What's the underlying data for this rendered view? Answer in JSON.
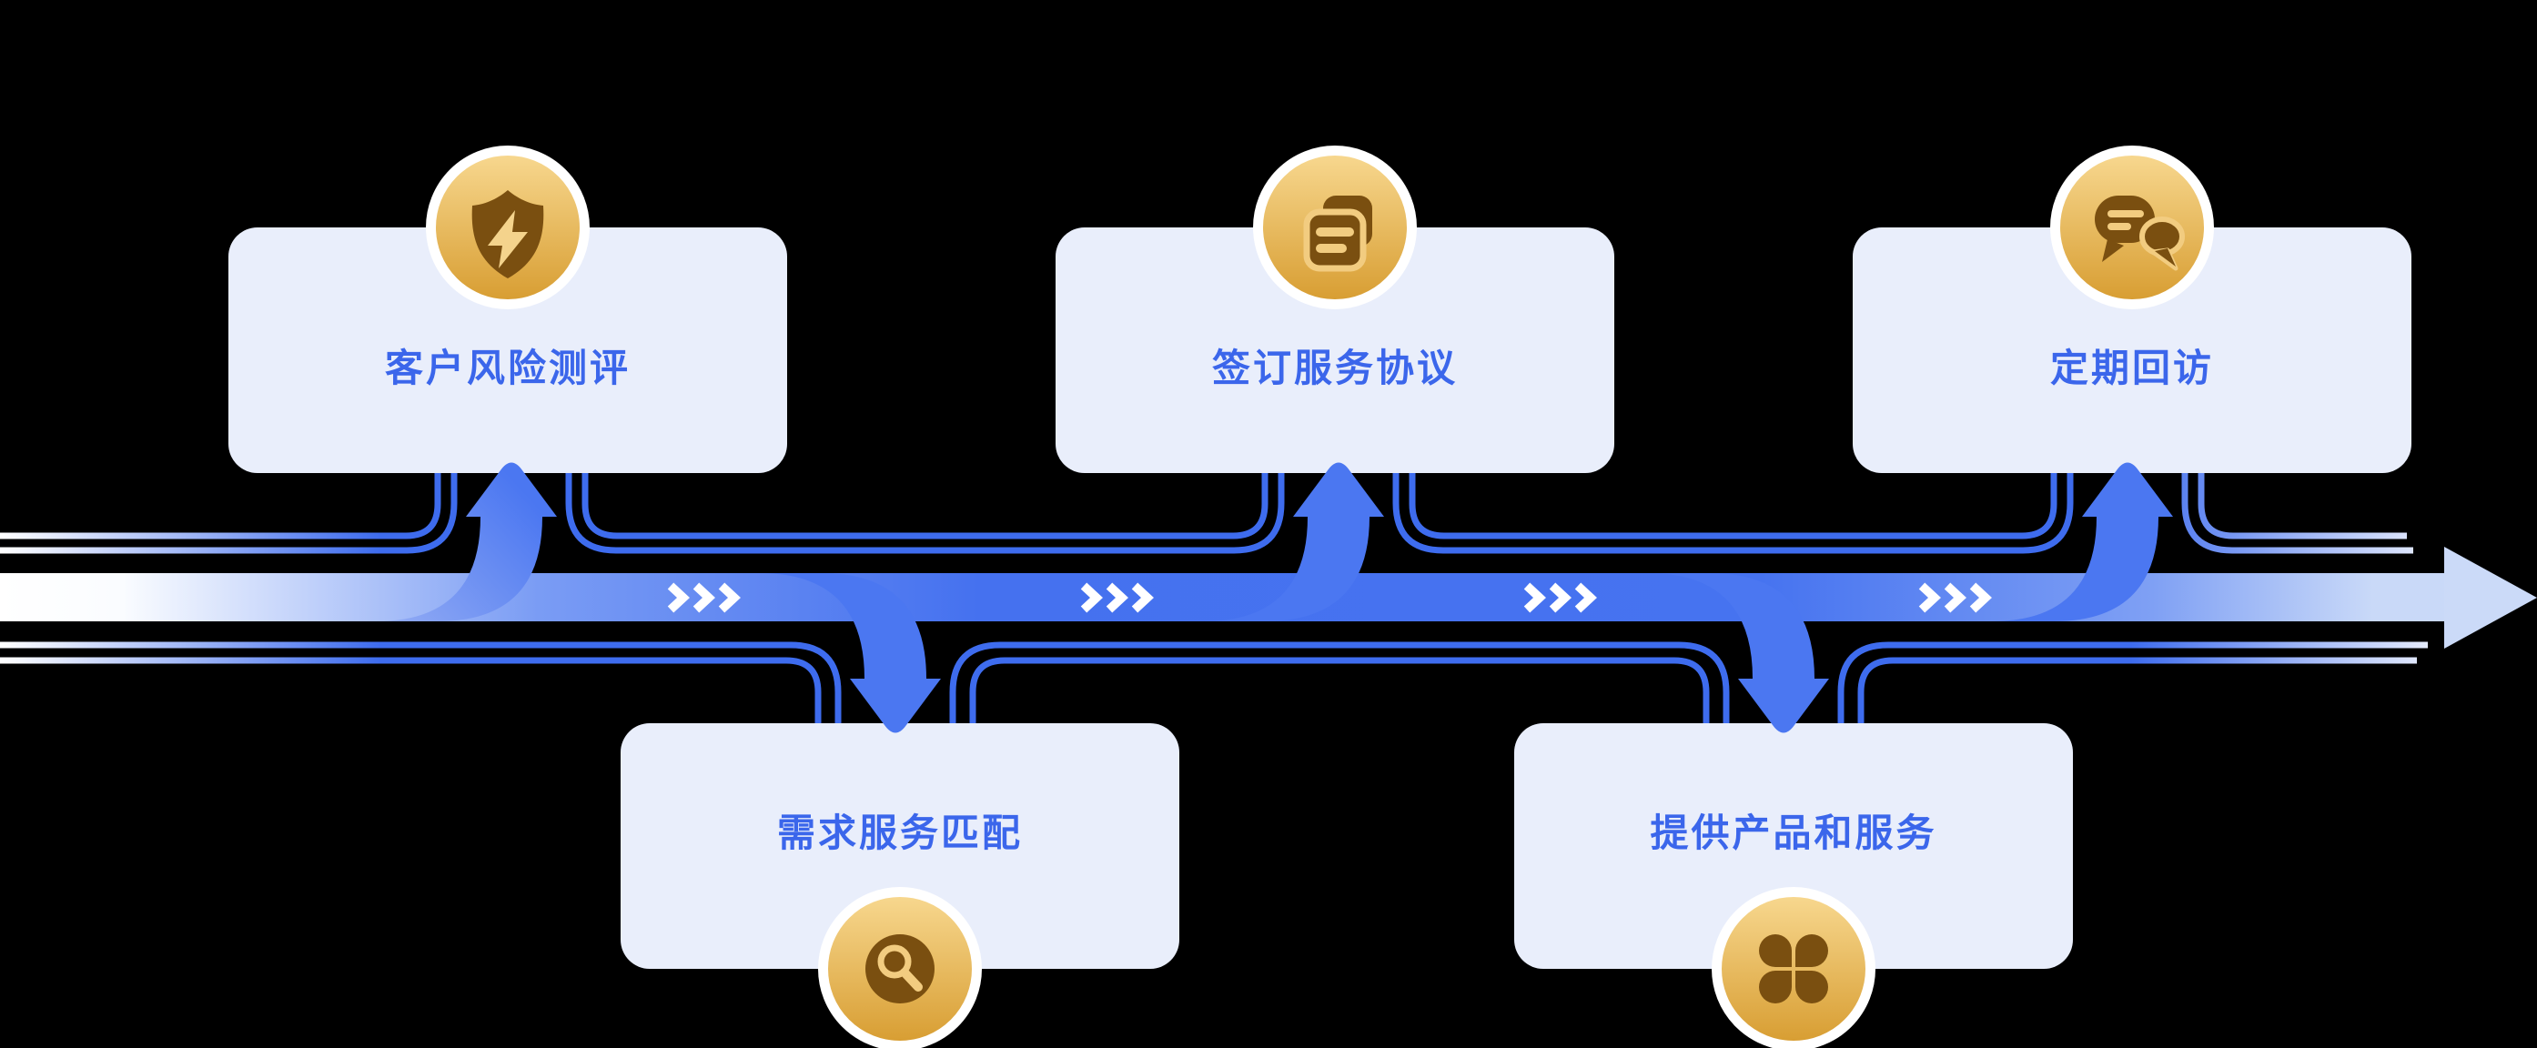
{
  "flow": {
    "direction": "left-to-right",
    "steps": [
      {
        "order": 1,
        "label": "客户风险测评",
        "icon": "shield-bolt-icon",
        "branch": "top"
      },
      {
        "order": 2,
        "label": "需求服务匹配",
        "icon": "magnifier-icon",
        "branch": "bottom"
      },
      {
        "order": 3,
        "label": "签订服务协议",
        "icon": "documents-icon",
        "branch": "top"
      },
      {
        "order": 4,
        "label": "提供产品和服务",
        "icon": "clover-icon",
        "branch": "bottom"
      },
      {
        "order": 5,
        "label": "定期回访",
        "icon": "chat-bubbles-icon",
        "branch": "top"
      }
    ],
    "chevron_groups": 4,
    "chevrons_per_group": 3
  },
  "colors": {
    "background": "#000000",
    "band_blue": "#4571EF",
    "arrow_blue": "#4B77F1",
    "line_blue": "#3E6CEE",
    "band_fade_light": "#CBDAF8",
    "card_bg": "#E9EEFB",
    "label_blue": "#3B66EB",
    "chevron_white": "#FFFFFF",
    "gold_top": "#F7D78E",
    "gold_bottom": "#D89E33",
    "icon_brown": "#7A4F10",
    "icon_gold_accent": "#F2CC80",
    "ring_white": "#FFFFFF"
  }
}
